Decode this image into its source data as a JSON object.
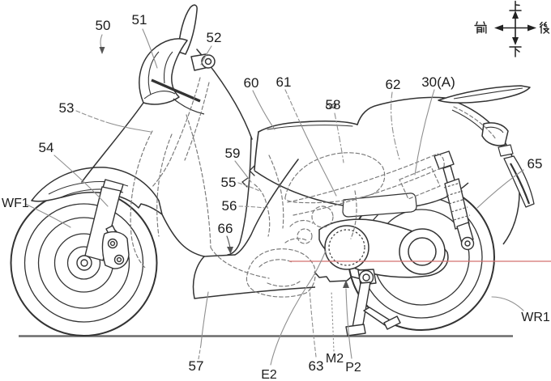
{
  "figure": {
    "kind": "patent line drawing, scooter left-side view",
    "background": "#ffffff",
    "line_color": "#333333",
    "hidden_line_color": "#787878",
    "leader_color": "#8f8f8f",
    "label_color": "#1c1c1c",
    "red_line_color": "#d4706f",
    "ground_line_color": "#6b6b6b"
  },
  "compass": {
    "up": "上",
    "down": "下",
    "front": "前",
    "rear": "後"
  },
  "labels": {
    "r50": "50",
    "r51": "51",
    "r52": "52",
    "r53": "53",
    "r54": "54",
    "r55": "55",
    "r56": "56",
    "r57": "57",
    "r58": "58",
    "r59": "59",
    "r60": "60",
    "r61": "61",
    "r62": "62",
    "r63": "63",
    "r65": "65",
    "r66": "66",
    "r30A": "30(A)",
    "wf1": "WF1",
    "wr1": "WR1",
    "e2": "E2",
    "m2": "M2",
    "p2": "P2"
  }
}
